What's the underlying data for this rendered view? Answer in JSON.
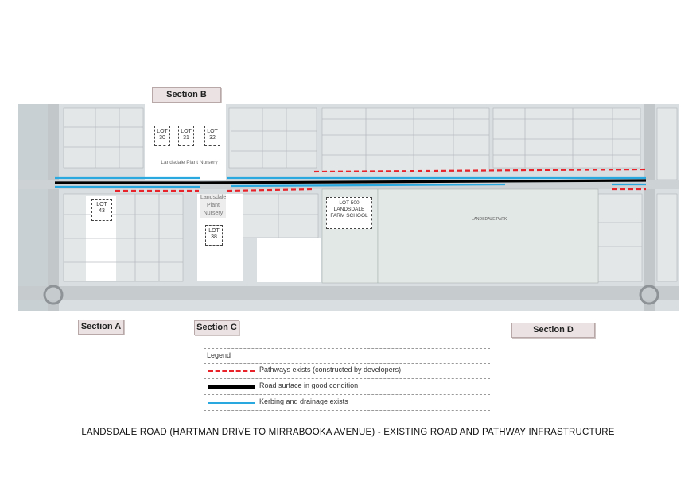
{
  "sections": {
    "a": "Section A",
    "b": "Section B",
    "c": "Section C",
    "d": "Section D"
  },
  "lots": {
    "lot30": "LOT\n30",
    "lot31": "LOT\n31",
    "lot32": "LOT\n32",
    "lot43": "LOT\n43",
    "lot38": "LOT\n38",
    "school": "LOT 500\nLANDSDALE\nFARM SCHOOL"
  },
  "labels": {
    "nursery_north": "Landsdale Plant Nursery",
    "nursery_south": "Landsdale\nPlant\nNursery",
    "park": "LANDSDALE PARK"
  },
  "legend": {
    "title": "Legend",
    "items": [
      {
        "text": "Pathways exists (constructed by developers)",
        "color": "#e8232a",
        "style": "dashed"
      },
      {
        "text": "Road surface in good condition",
        "color": "#000000",
        "style": "solid-thick"
      },
      {
        "text": "Kerbing and drainage exists",
        "color": "#29a8e0",
        "style": "solid"
      }
    ]
  },
  "caption": "LANDSDALE ROAD (HARTMAN DRIVE TO MIRRABOOKA AVENUE) - EXISTING ROAD AND PATHWAY INFRASTRUCTURE",
  "colors": {
    "pathway": "#e8232a",
    "road": "#000000",
    "kerbing": "#29a8e0",
    "map_bg": "#d8dde0",
    "park": "#e2e8e6"
  }
}
